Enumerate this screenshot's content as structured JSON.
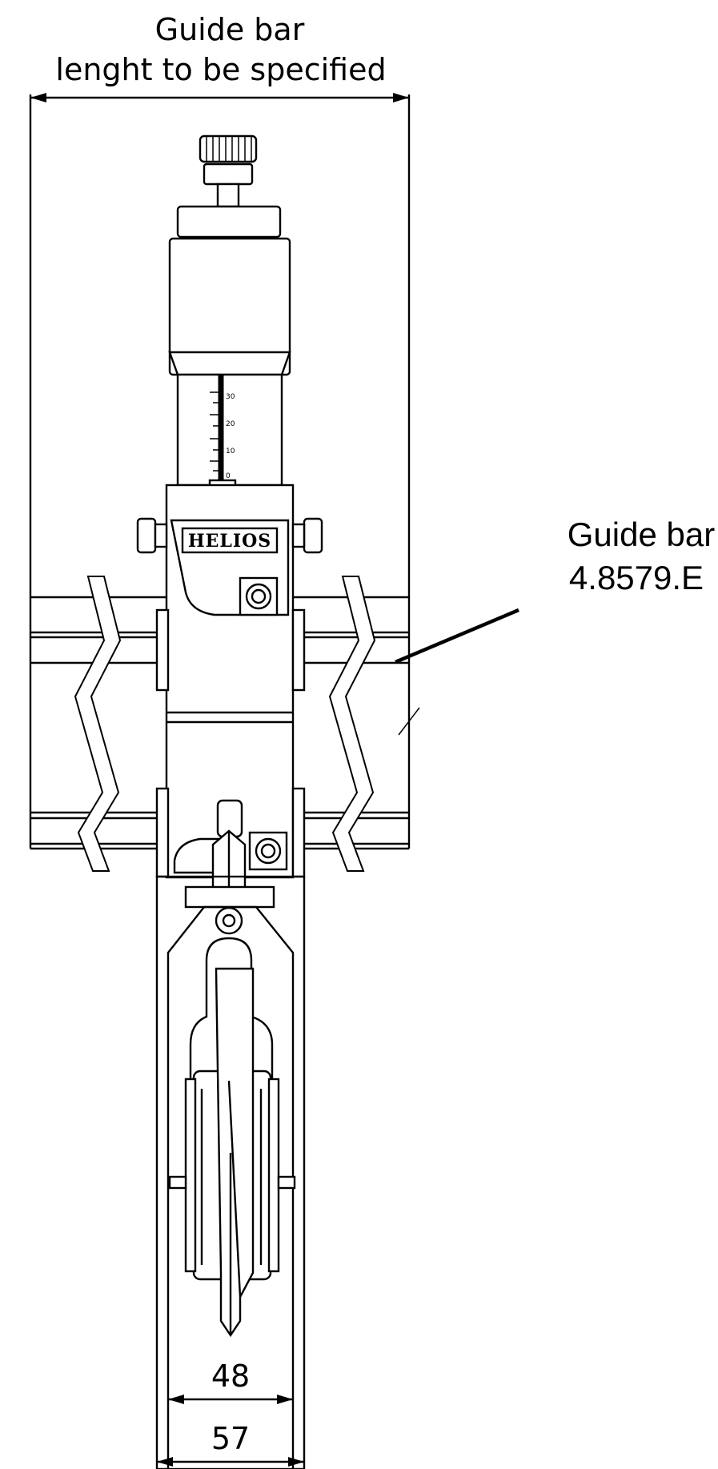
{
  "dimensions": {
    "guide_bar_length": {
      "line1": "Guide bar",
      "line2": "lenght to be specified"
    },
    "inner_width": "48",
    "outer_width": "57"
  },
  "callout": {
    "line1": "Guide bar",
    "line2": "4.8579.E"
  },
  "device": {
    "brand": "HELIOS",
    "scale_ticks": [
      "30",
      "20",
      "10",
      "0"
    ]
  }
}
